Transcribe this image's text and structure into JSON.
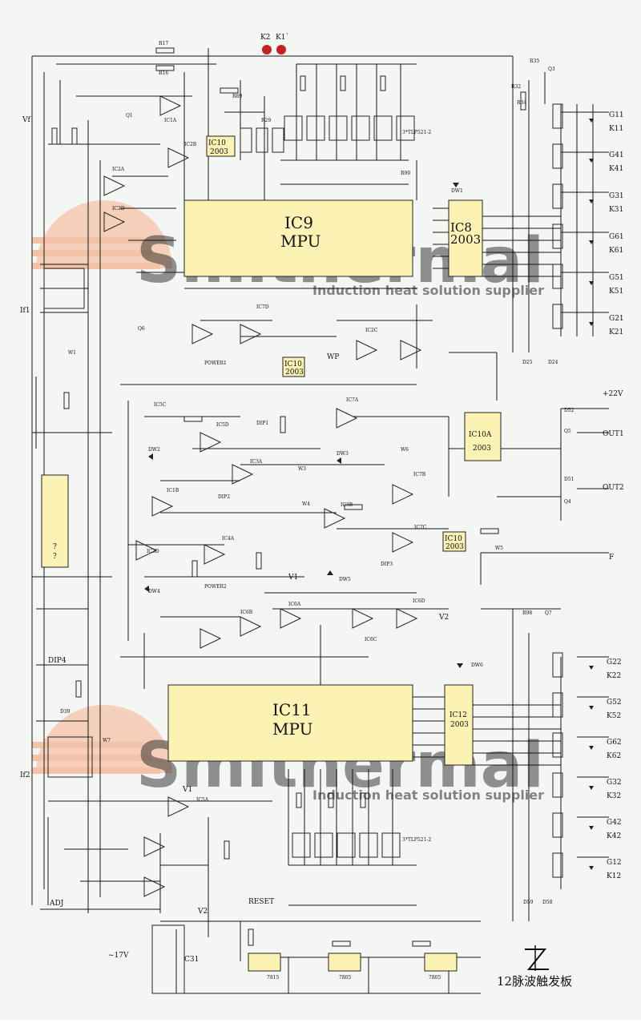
{
  "watermark": {
    "brand": "Smithermal",
    "tagline": "Induction heat solution supplier",
    "color": "#e85a1e"
  },
  "chips": {
    "ic9_ref": "IC9",
    "ic9_type": "MPU",
    "ic11_ref": "IC11",
    "ic11_type": "MPU",
    "ic8_ref": "IC8",
    "ic8_val": "2003",
    "ic12_ref": "IC12",
    "ic12_val": "2003",
    "ic10a_ref": "IC10A",
    "ic10a_val": "2003",
    "ic10_ref": "IC10",
    "ic10_val": "2003"
  },
  "labels": {
    "relay_k2": "K2",
    "relay_k1": "K1`",
    "vf": "Vf",
    "if1": "If1",
    "if2": "If2",
    "p22v": "+22V",
    "out1": "OUT1",
    "out2": "OUT2",
    "f": "F",
    "adj": "ADJ",
    "reset": "RESET",
    "ac17": "~17V",
    "v1": "V1",
    "v2": "V2",
    "wp": "WP",
    "c31": "C31",
    "optos": "3*TLP521-2",
    "dip4": "DIP4",
    "power1": "POWER1",
    "power2": "POWER2",
    "reg1": "7815",
    "reg2": "7805",
    "reg3": "7805",
    "title": "12脉波触发板"
  },
  "gates_top": [
    "G11",
    "K11",
    "G41",
    "K41",
    "G31",
    "K31",
    "G61",
    "K61",
    "G51",
    "K51",
    "G21",
    "K21"
  ],
  "gates_bottom": [
    "G22",
    "K22",
    "G52",
    "K52",
    "G62",
    "K62",
    "G32",
    "K32",
    "G42",
    "K42",
    "G12",
    "K12"
  ],
  "parts": {
    "r17": "R17",
    "r16": "R16",
    "q1": "Q1",
    "ic1a": "IC1A",
    "ic2a": "IC2A",
    "ic2b": "IC2B",
    "ic2d": "IC2D",
    "r89": "R89",
    "r29": "R29",
    "r90": "R90",
    "dw1": "DW1",
    "q3": "Q3",
    "r35": "R35",
    "r32": "R32",
    "r34": "R34",
    "w1": "W1",
    "q6": "Q6",
    "ic7d": "IC7D",
    "ic2c": "IC2C",
    "d25": "D25",
    "d24": "D24",
    "ic5c": "IC5C",
    "ic5d": "IC5D",
    "ic7a": "IC7A",
    "ic1b": "IC1B",
    "ic3a": "IC3A",
    "ic3b": "IC3B",
    "ic7b": "IC7B",
    "ic7c": "IC7C",
    "ic3d": "IC3D",
    "ic4a": "IC4A",
    "ic6b": "IC6B",
    "ic6a": "IC6A",
    "ic6d": "IC6D",
    "ic6c": "IC6C",
    "w5": "W5",
    "w6": "W6",
    "w3": "W3",
    "w4": "W4",
    "dw2": "DW2",
    "dw3": "DW3",
    "dw4": "DW4",
    "dw5": "DW5",
    "dw6": "DW6",
    "d52": "D52",
    "d51": "D51",
    "q5": "Q5",
    "q4": "Q4",
    "q7": "Q7",
    "r98": "R98",
    "ic5a": "IC5A",
    "w7": "W7",
    "d39": "D39",
    "d58": "D58",
    "d59": "D59",
    "dip1": "DIP1",
    "dip2": "DIP2",
    "dip3": "DIP3"
  }
}
